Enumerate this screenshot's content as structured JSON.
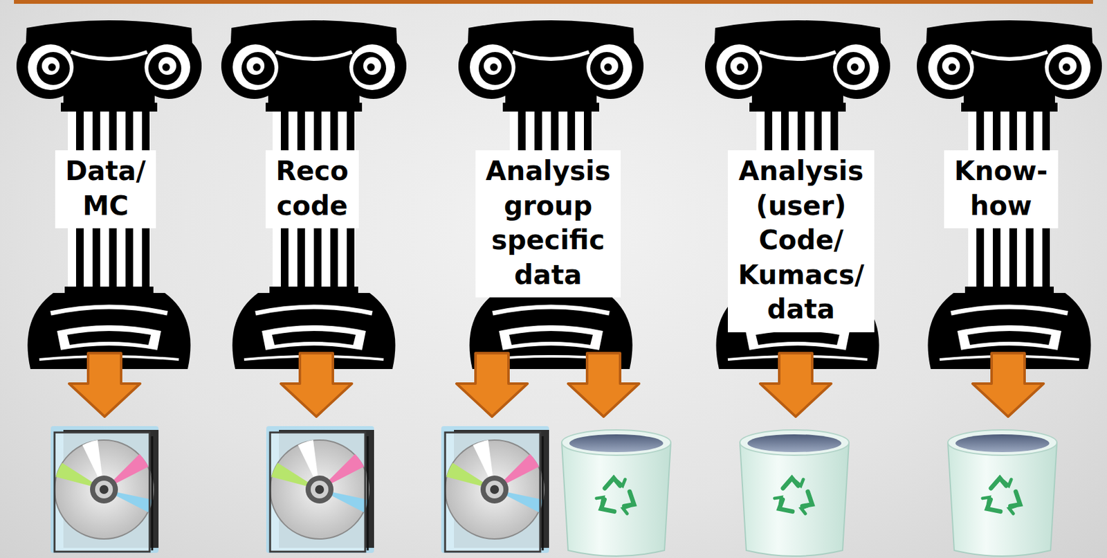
{
  "diagram": {
    "nodes": [
      {
        "text": [
          "Data/ MC"
        ]
      },
      {
        "text": [
          "Reco code"
        ]
      },
      {
        "text": [
          "Analysis group specific data"
        ]
      },
      {
        "text": [
          "Analysis (user) Code/ Kumacs/ data"
        ]
      },
      {
        "text": [
          "Know- how"
        ]
      }
    ]
  }
}
